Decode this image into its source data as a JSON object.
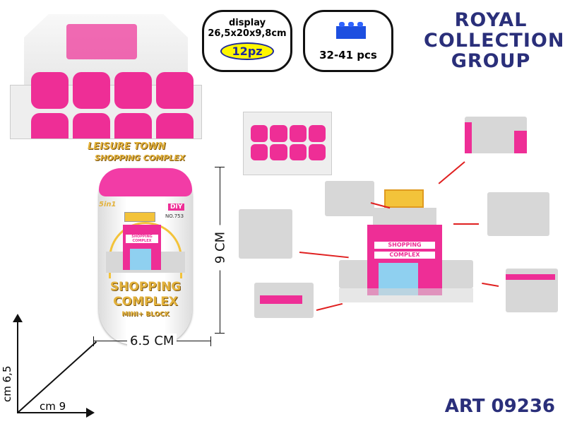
{
  "brand": {
    "line1": "ROYAL",
    "line2": "COLLECTION",
    "line3": "GROUP"
  },
  "display_info": {
    "label": "display",
    "size": "26,5x20x9,8cm",
    "quantity": "12pz"
  },
  "pieces_info": {
    "count": "32-41 pcs"
  },
  "display_box": {
    "title": "LEISURE TOWN",
    "subtitle": "SHOPPING COMPLEX"
  },
  "can": {
    "badge": "5in1",
    "diy": "DIY",
    "number": "NO.753",
    "title1": "SHOPPING",
    "title2": "COMPLEX",
    "tagline": "MINI+ BLOCK",
    "sign": "SHOPPING COMPLEX"
  },
  "dimensions": {
    "height": "9 CM",
    "width": "6.5 CM"
  },
  "axes": {
    "vertical": "cm 6,5",
    "horizontal": "cm 9"
  },
  "main_build": {
    "sign1": "SHOPPING",
    "sign2": "COMPLEX"
  },
  "article": "ART 09236",
  "colors": {
    "brand": "#2a2f7a",
    "pink": "#ee2e96",
    "brick": "#1d4fe0"
  }
}
